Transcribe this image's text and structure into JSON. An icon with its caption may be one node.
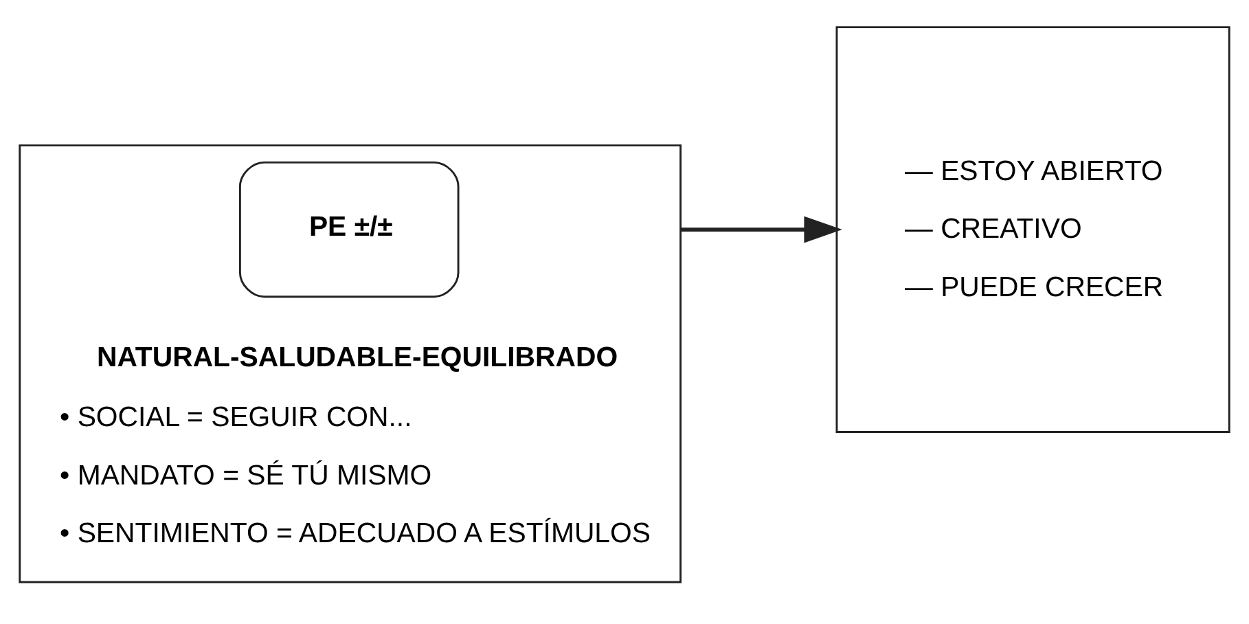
{
  "diagram": {
    "nodes": [
      {
        "text": [
          "NATURAL-SALUDABLE-EQUILIBRADO",
          "• SOCIAL = SEGUIR CON...",
          "• MANDATO = SÉ TÚ MISMO",
          "• SENTIMIENTO = ADECUADO A ESTÍMULOS"
        ]
      },
      {
        "text": [
          "PE ±/±"
        ],
        "in": 0
      },
      {
        "text": [
          "— ESTOY ABIERTO",
          "— CREATIVO",
          "— PUEDE CRECER"
        ]
      }
    ],
    "edges": [
      {
        "from": 0,
        "to": 2,
        "arrow": "to"
      }
    ]
  }
}
